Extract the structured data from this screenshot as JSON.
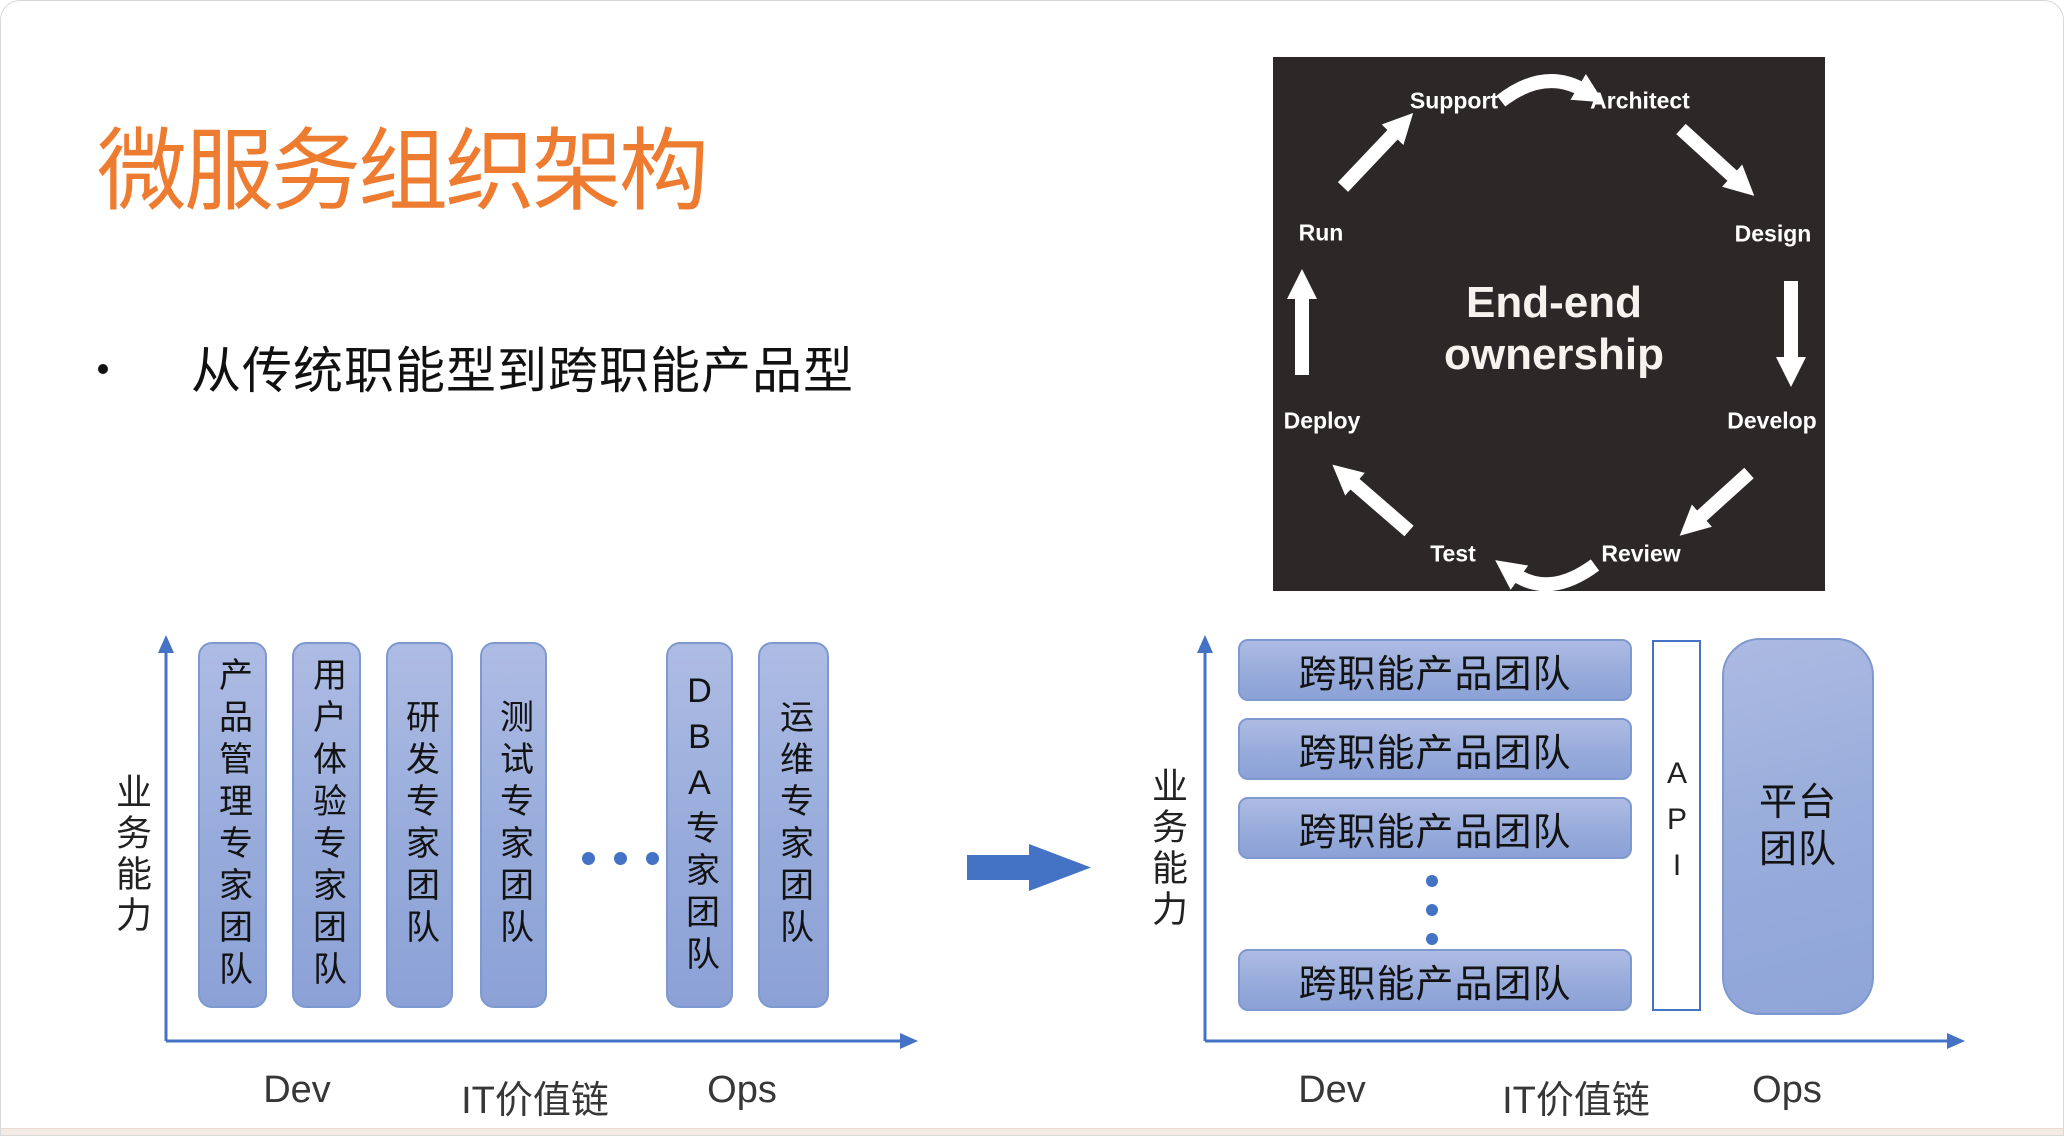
{
  "colors": {
    "accent_orange": "#ED7C31",
    "accent_blue": "#4472C4",
    "panel_dark": "#2C2828",
    "box_fill_top": "#AEBCE4",
    "box_fill_bottom": "#8CA1D6",
    "box_border": "#7E99D0"
  },
  "header": {
    "title": "微服务组织架构",
    "bullet": "从传统职能型到跨职能产品型"
  },
  "cycle": {
    "center_line1": "End-end",
    "center_line2": "ownership",
    "stages": {
      "support": "Support",
      "architect": "Architect",
      "design": "Design",
      "develop": "Develop",
      "review": "Review",
      "test": "Test",
      "deploy": "Deploy",
      "run": "Run"
    }
  },
  "left_chart": {
    "y_axis_label": "业务能力",
    "columns": [
      "产品管理专家团队",
      "用户体验专家团队",
      "研发专家团队",
      "测试专家团队",
      "DBA专家团队",
      "运维专家团队"
    ],
    "ellipsis": "•••",
    "x_labels": [
      "Dev",
      "IT价值链",
      "Ops"
    ]
  },
  "right_chart": {
    "y_axis_label": "业务能力",
    "boxes": [
      "跨职能产品团队",
      "跨职能产品团队",
      "跨职能产品团队",
      "跨职能产品团队"
    ],
    "ellipsis": "⋮",
    "api_label": "API",
    "platform_label": "平台团队",
    "x_labels": [
      "Dev",
      "IT价值链",
      "Ops"
    ]
  }
}
